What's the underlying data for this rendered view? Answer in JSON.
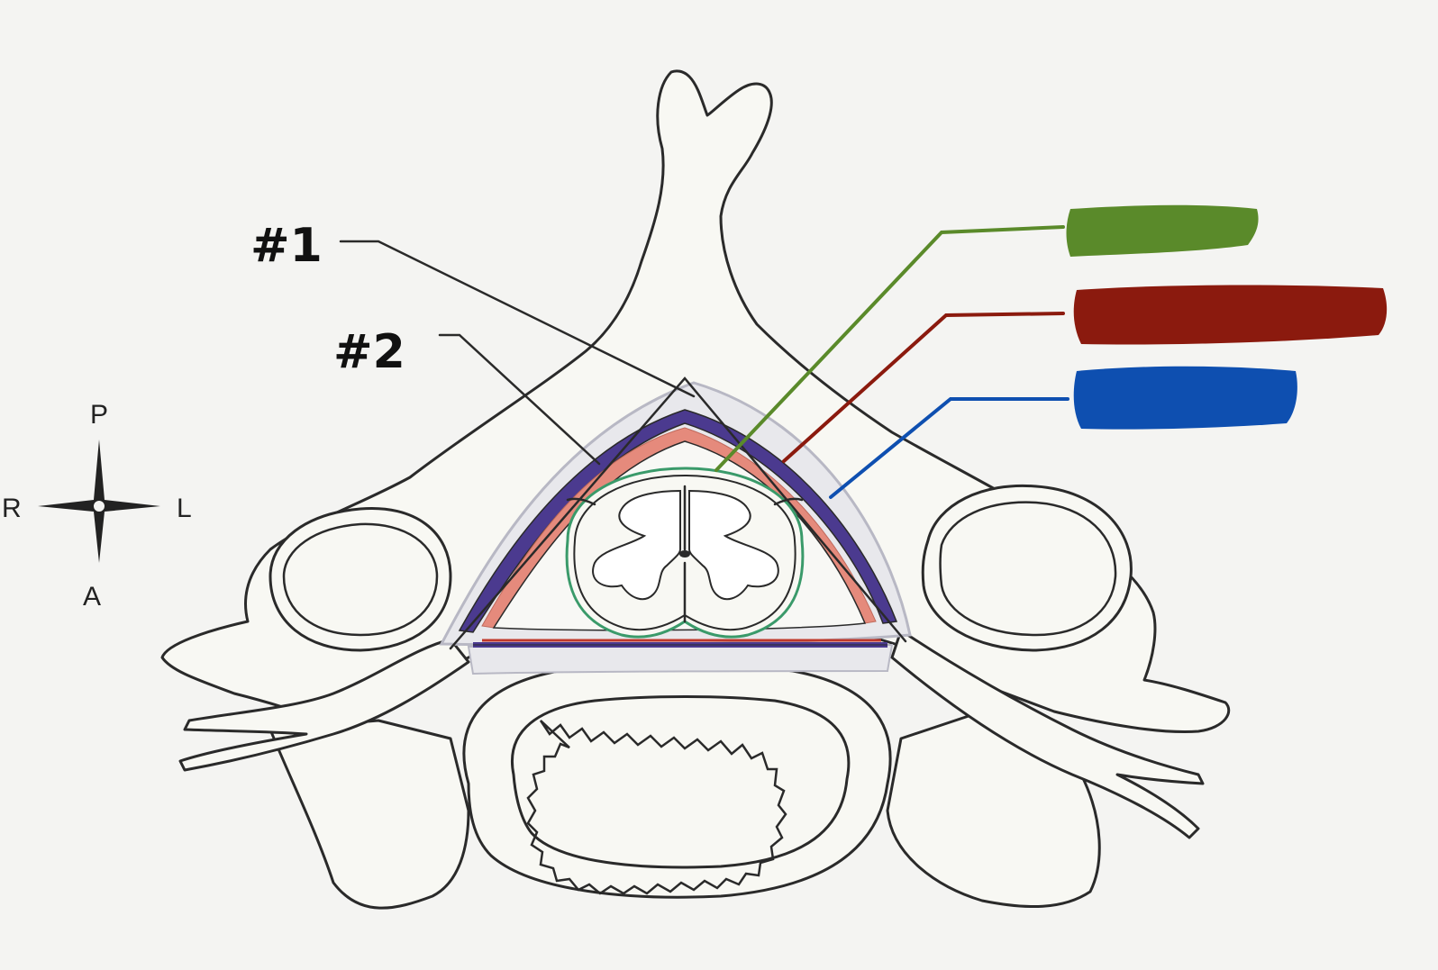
{
  "labels": {
    "label_1": "#1",
    "label_2": "#2"
  },
  "compass": {
    "posterior": "P",
    "anterior": "A",
    "right": "R",
    "left": "L"
  },
  "colors": {
    "green_label": "#5a8a2a",
    "red_label": "#8b1a0e",
    "blue_label": "#0e4fb0",
    "dura_purple": "#4b3a8f",
    "arachnoid_pink": "#e58a7c",
    "pia_green": "#3a9a6a"
  }
}
